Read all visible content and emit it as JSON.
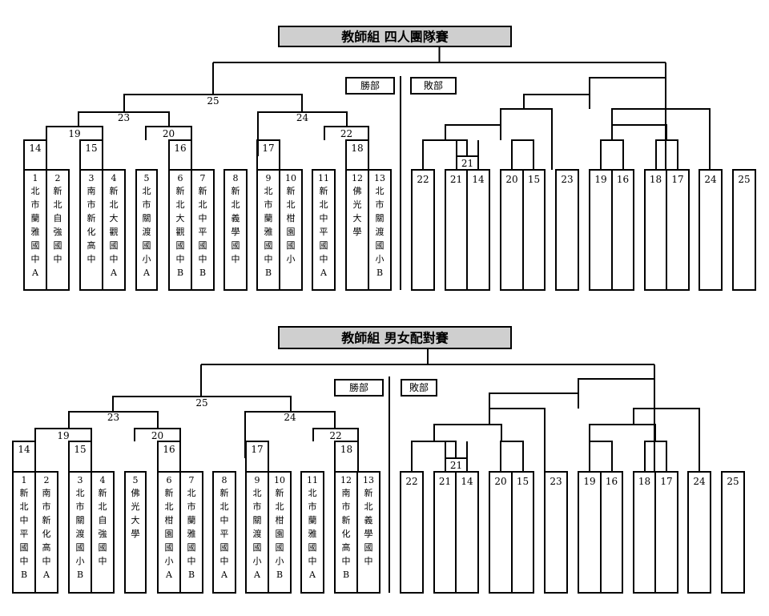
{
  "brackets": [
    {
      "title": "教師組 四人團隊賽",
      "winners_label": "勝部",
      "losers_label": "敗部",
      "match_labels": {
        "m14": "14",
        "m15": "15",
        "m16": "16",
        "m17": "17",
        "m18": "18",
        "m19": "19",
        "m20": "20",
        "m21": "21",
        "m22": "22",
        "m23": "23",
        "m24": "24",
        "m25": "25"
      },
      "teams": [
        {
          "seed": "1",
          "name": "北市蘭雅國中A"
        },
        {
          "seed": "2",
          "name": "新北自強國中"
        },
        {
          "seed": "3",
          "name": "南市新化高中"
        },
        {
          "seed": "4",
          "name": "新北大觀國中A"
        },
        {
          "seed": "5",
          "name": "北市關渡國小A"
        },
        {
          "seed": "6",
          "name": "新北大觀國中B"
        },
        {
          "seed": "7",
          "name": "新北中平國中B"
        },
        {
          "seed": "8",
          "name": "新北義學國中"
        },
        {
          "seed": "9",
          "name": "北市蘭雅國中B"
        },
        {
          "seed": "10",
          "name": "新北柑園國小"
        },
        {
          "seed": "11",
          "name": "新北中平國中A"
        },
        {
          "seed": "12",
          "name": "佛光大學"
        },
        {
          "seed": "13",
          "name": "北市關渡國小B"
        }
      ],
      "loser_slots": [
        "22",
        "21",
        "14",
        "20",
        "15",
        "23",
        "19",
        "16",
        "18",
        "17",
        "24",
        "25"
      ]
    },
    {
      "title": "教師組 男女配對賽",
      "winners_label": "勝部",
      "losers_label": "敗部",
      "match_labels": {
        "m14": "14",
        "m15": "15",
        "m16": "16",
        "m17": "17",
        "m18": "18",
        "m19": "19",
        "m20": "20",
        "m21": "21",
        "m22": "22",
        "m23": "23",
        "m24": "24",
        "m25": "25"
      },
      "teams": [
        {
          "seed": "1",
          "name": "新北中平國中B"
        },
        {
          "seed": "2",
          "name": "南市新化高中A"
        },
        {
          "seed": "3",
          "name": "北市關渡國小B"
        },
        {
          "seed": "4",
          "name": "新北自強國中"
        },
        {
          "seed": "5",
          "name": "佛光大學"
        },
        {
          "seed": "6",
          "name": "新北柑園國小A"
        },
        {
          "seed": "7",
          "name": "北市蘭雅國中B"
        },
        {
          "seed": "8",
          "name": "新北中平國中A"
        },
        {
          "seed": "9",
          "name": "北市關渡國小A"
        },
        {
          "seed": "10",
          "name": "新北柑園國小B"
        },
        {
          "seed": "11",
          "name": "北市蘭雅國中A"
        },
        {
          "seed": "12",
          "name": "南市新化高中B"
        },
        {
          "seed": "13",
          "name": "新北義學國中"
        }
      ],
      "loser_slots": [
        "22",
        "21",
        "14",
        "20",
        "15",
        "23",
        "19",
        "16",
        "18",
        "17",
        "24",
        "25"
      ]
    }
  ]
}
